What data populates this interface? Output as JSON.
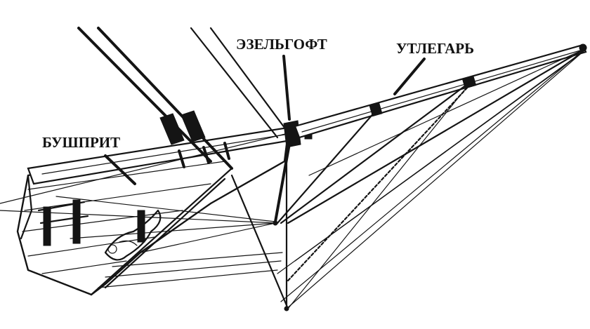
{
  "labels": {
    "bowsprit": "БУШПРИТ",
    "cap": "ЭЗЕЛЬГОФТ",
    "jibboom": "УТЛЕГАРЬ"
  }
}
